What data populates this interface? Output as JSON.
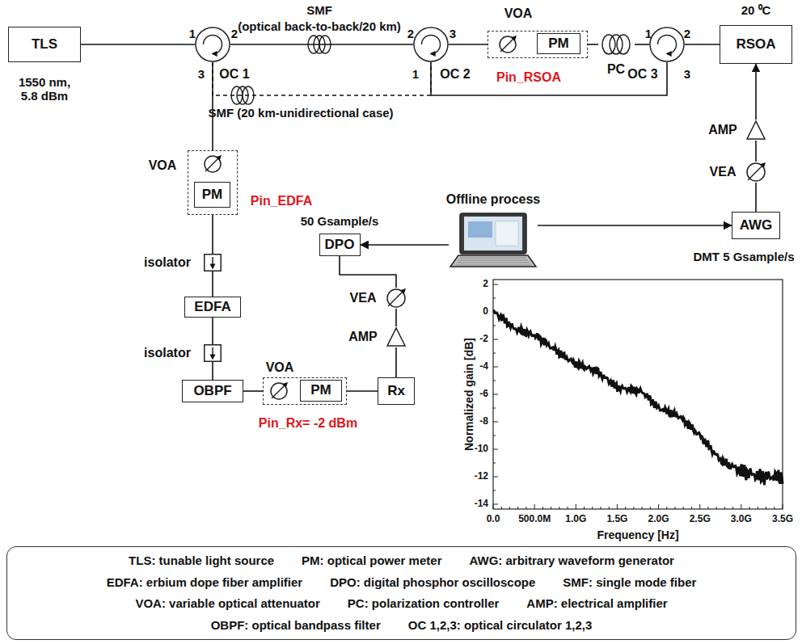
{
  "diagram": {
    "nodes": [
      {
        "text": [
          "TLS"
        ]
      },
      {
        "text": [
          "OC 1"
        ]
      },
      {
        "text": [
          "OC 2"
        ]
      },
      {
        "text": [
          "VOA",
          "Pin_RSOA"
        ]
      },
      {
        "text": [
          "PM"
        ],
        "in": 3
      },
      {
        "text": [
          "PC"
        ]
      },
      {
        "text": [
          "OC 3"
        ]
      },
      {
        "text": [
          "RSOA"
        ]
      },
      {
        "text": [
          "AMP"
        ]
      },
      {
        "text": [
          "VEA"
        ]
      },
      {
        "text": [
          "AWG"
        ]
      },
      {
        "text": [
          "Offline process"
        ]
      },
      {
        "text": [
          "DPO"
        ]
      },
      {
        "text": [
          "VOA",
          "Pin_EDFA"
        ]
      },
      {
        "text": [
          "PM"
        ],
        "in": 13
      },
      {
        "text": [
          "isolator"
        ]
      },
      {
        "text": [
          "EDFA"
        ]
      },
      {
        "text": [
          "isolator"
        ]
      },
      {
        "text": [
          "OBPF"
        ]
      },
      {
        "text": [
          "VOA",
          "Pin_Rx= -2 dBm"
        ]
      },
      {
        "text": [
          "PM"
        ],
        "in": 19
      },
      {
        "text": [
          "Rx"
        ]
      },
      {
        "text": [
          "AMP"
        ]
      },
      {
        "text": [
          "VEA"
        ]
      },
      {
        "text": [
          "TLS: tunable light source",
          "PM: optical power meter",
          "AWG: arbitrary waveform generator",
          "EDFA: erbium dope fiber amplifier",
          "DPO: digital phosphor oscilloscope",
          "SMF: single mode fiber",
          "VOA: variable optical attenuator",
          "PC: polarization controller",
          "AMP: electrical amplifier",
          "OBPF: optical bandpass filter",
          "OC 1,2,3: optical circulator 1,2,3"
        ]
      }
    ],
    "edges": [
      {
        "from": 0,
        "to": 1,
        "arrow": "none"
      },
      {
        "from": 1,
        "to": 2,
        "arrow": "none"
      },
      {
        "from": 2,
        "to": 3,
        "arrow": "none"
      },
      {
        "from": 3,
        "to": 5,
        "arrow": "none"
      },
      {
        "from": 5,
        "to": 6,
        "arrow": "none"
      },
      {
        "from": 6,
        "to": 7,
        "arrow": "none"
      },
      {
        "from": 6,
        "to": 2,
        "arrow": "none"
      },
      {
        "from": 1,
        "to": 2,
        "arrow": "none"
      },
      {
        "from": 1,
        "to": 13,
        "arrow": "none"
      },
      {
        "from": 13,
        "to": 15,
        "arrow": "none"
      },
      {
        "from": 15,
        "to": 16,
        "arrow": "none"
      },
      {
        "from": 16,
        "to": 17,
        "arrow": "none"
      },
      {
        "from": 17,
        "to": 18,
        "arrow": "none"
      },
      {
        "from": 18,
        "to": 19,
        "arrow": "none"
      },
      {
        "from": 19,
        "to": 21,
        "arrow": "none"
      },
      {
        "from": 21,
        "to": 22,
        "arrow": "none"
      },
      {
        "from": 22,
        "to": 23,
        "arrow": "none"
      },
      {
        "from": 23,
        "to": 12,
        "arrow": "none"
      },
      {
        "from": 10,
        "to": 9,
        "arrow": "none"
      },
      {
        "from": 9,
        "to": 8,
        "arrow": "none"
      },
      {
        "from": 8,
        "to": 7,
        "arrow": "to"
      },
      {
        "from": 11,
        "to": 10,
        "arrow": "to"
      },
      {
        "from": 11,
        "to": 12,
        "arrow": "to"
      }
    ],
    "labels": [
      "1550 nm, 5.8 dBm",
      "1",
      "2",
      "3",
      "SMF",
      "(optical back-to-back/20 km)",
      "2",
      "3",
      "1",
      "1",
      "2",
      "3",
      "20 ⁰C",
      "SMF (20 km-unidirectional case)",
      "DMT 5 Gsample/s",
      "50 Gsample/s",
      "0.0",
      "500.0M",
      "1.0G",
      "1.5G",
      "2.0G",
      "2.5G",
      "3.0G",
      "3.5G",
      "2",
      "0",
      "-2",
      "-4",
      "-6",
      "-8",
      "-10",
      "-12",
      "-14",
      "Normalized gain [dB]",
      "Frequency [Hz]"
    ]
  }
}
